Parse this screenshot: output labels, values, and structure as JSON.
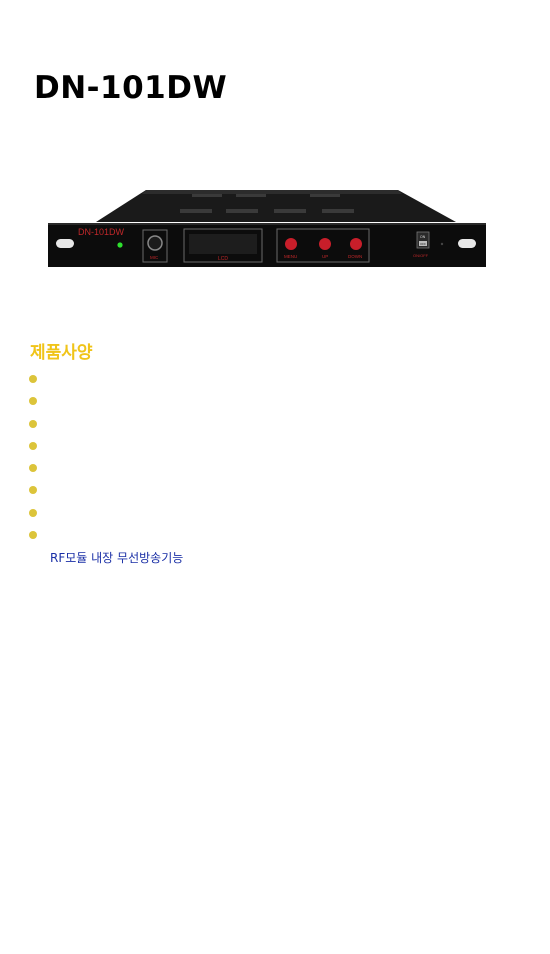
{
  "product": {
    "title": "DN-101DW",
    "panel": {
      "model_label": "DN-101DW",
      "mic_label": "MIC",
      "lcd_label": "LCD",
      "buttons": [
        "MENU",
        "UP",
        "DOWN"
      ],
      "switch_on": "ON",
      "switch_off": "OFF",
      "switch_label": "ON/OFF"
    }
  },
  "specs": {
    "heading": "제품사양",
    "items": [
      "",
      "",
      "",
      "",
      "",
      "",
      "",
      ""
    ],
    "note": "RF모듈 내장 무선방송기능"
  },
  "colors": {
    "heading": "#f0c419",
    "bullet": "#dcc43a",
    "note": "#1a2fa6",
    "panel_label": "#c0282a"
  }
}
